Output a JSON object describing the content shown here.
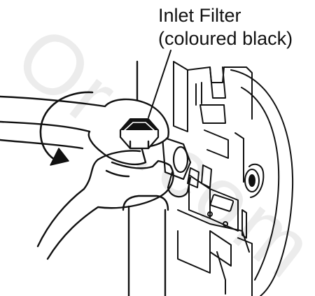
{
  "callout": {
    "line1": "Inlet Filter",
    "line2": "(coloured black)"
  },
  "watermark": {
    "text": "Or...com"
  },
  "icons": {
    "wrench": "open-end-wrench-icon",
    "rotation_arrow": "curved-arrow-icon",
    "filter": "hex-filter-icon"
  },
  "colors": {
    "ink": "#111111",
    "watermark": "#c8c8c8",
    "background": "#ffffff"
  }
}
